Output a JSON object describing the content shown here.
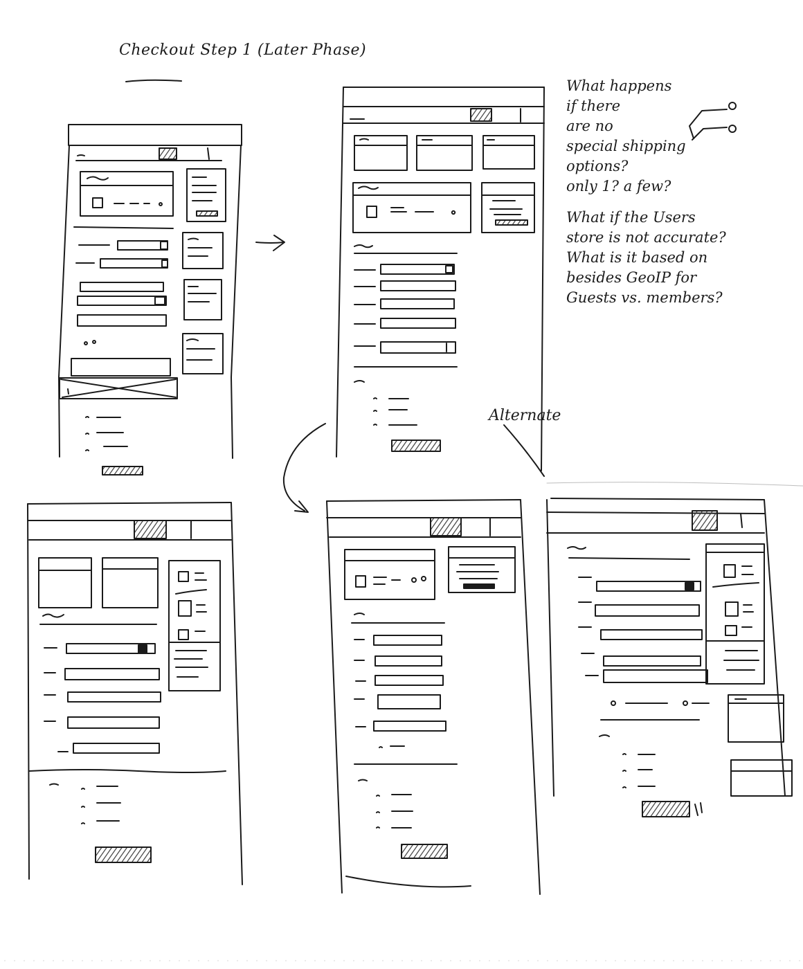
{
  "title": "Checkout Step 1 (Later Phase)",
  "notes": [
    "What happens",
    "if there",
    "are no",
    "special shipping",
    "options?",
    "only 1? a few?",
    "",
    "What if the Users",
    "store is not accurate?",
    "What is it based on",
    "besides GeoIP for",
    "Guests vs. members?"
  ],
  "alternate_label": "Alternate",
  "colors": {
    "ink": "#1a1a1a",
    "paper": "#ffffff",
    "hatch": "#3a3a3a"
  }
}
